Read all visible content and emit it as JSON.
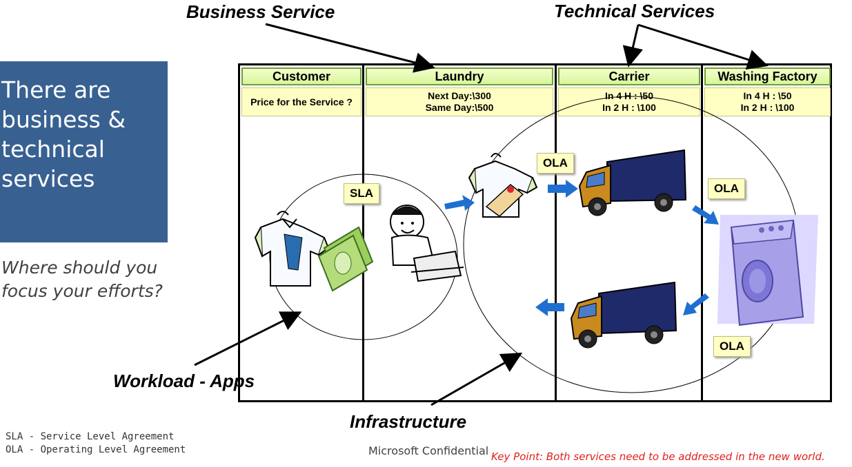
{
  "sidebar": {
    "headline": "There are business & technical services",
    "question": "Where should you focus your efforts?"
  },
  "callouts": {
    "business_service": "Business Service",
    "technical_services": "Technical Services",
    "workload": "Workload - Apps",
    "infrastructure": "Infrastructure"
  },
  "table": {
    "columns": [
      {
        "header": "Customer",
        "price_lines": [
          "Price for the Service ?"
        ]
      },
      {
        "header": "Laundry",
        "price_lines": [
          "Next Day:\\300",
          "Same Day:\\500"
        ]
      },
      {
        "header": "Carrier",
        "price_lines": [
          "In 4 H :  \\50",
          "In 2 H : \\100"
        ]
      },
      {
        "header": "Washing Factory",
        "price_lines": [
          "In 4 H :  \\50",
          "In 2 H : \\100"
        ]
      }
    ],
    "tags": {
      "sla": "SLA",
      "ola": "OLA"
    }
  },
  "footer": {
    "sla_def": "SLA - Service Level Agreement",
    "ola_def": "OLA - Operating Level Agreement",
    "confidential": "Microsoft Confidential",
    "key_point": "Key Point: Both services need to be addressed in the new world."
  },
  "colors": {
    "panel_blue": "#386191",
    "header_green": "#d8f59a",
    "price_yellow": "#ffffc4",
    "arrow_blue": "#1e6fd0",
    "truck_body": "#1f2a6b",
    "truck_cab": "#c98a1e",
    "washer": "#a7a0e8",
    "keypoint_red": "#e0201b"
  },
  "icons": [
    "shirt-icon",
    "money-icon",
    "clerk-icon",
    "tagged-shirt-icon",
    "truck-icon",
    "washing-machine-icon",
    "arrow-icon"
  ]
}
